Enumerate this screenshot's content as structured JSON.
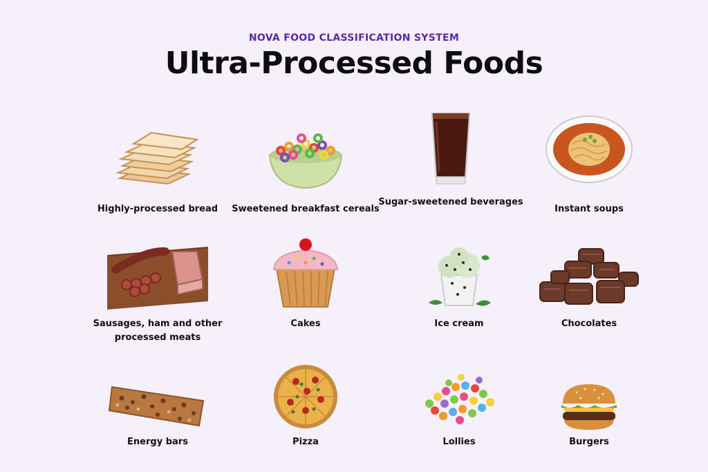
{
  "header": {
    "eyebrow": "NOVA FOOD CLASSIFICATION SYSTEM",
    "title": "Ultra-Processed Foods"
  },
  "items": [
    {
      "label": "Highly-processed bread",
      "icon": "bread-icon"
    },
    {
      "label": "Sweetened breakfast cereals",
      "icon": "cereal-bowl-icon"
    },
    {
      "label": "Sugar-sweetened beverages",
      "icon": "soda-glass-icon"
    },
    {
      "label": "Instant soups",
      "icon": "noodle-soup-icon"
    },
    {
      "label": "Sausages, ham and other processed meats",
      "icon": "processed-meat-icon"
    },
    {
      "label": "Cakes",
      "icon": "cupcake-icon"
    },
    {
      "label": "Ice cream",
      "icon": "ice-cream-icon"
    },
    {
      "label": "Chocolates",
      "icon": "chocolates-icon"
    },
    {
      "label": "Energy bars",
      "icon": "energy-bar-icon"
    },
    {
      "label": "Pizza",
      "icon": "pizza-icon"
    },
    {
      "label": "Lollies",
      "icon": "lollies-icon"
    },
    {
      "label": "Burgers",
      "icon": "burger-icon"
    }
  ]
}
